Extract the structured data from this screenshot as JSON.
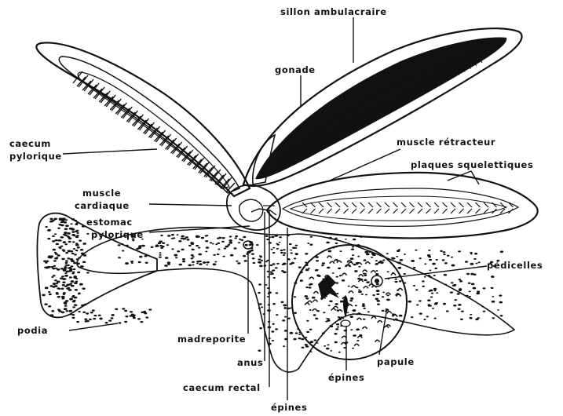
{
  "diagram": {
    "labels": {
      "sillon_ambulacraire": "sillon ambulacraire",
      "gonade": "gonade",
      "caecum_pylorique_1": "caecum",
      "caecum_pylorique_2": "pylorique",
      "muscle_retracteur": "muscle rétracteur",
      "plaques_squelettiques": "plaques squelettiques",
      "muscle_cardiaque_1": "muscle",
      "muscle_cardiaque_2": "cardiaque",
      "estomac_pylorique_1": "estomac",
      "estomac_pylorique_2": "pylorique",
      "pedicelles": "pédicelles",
      "podia": "podia",
      "madreporite": "madreporite",
      "papule": "papule",
      "anus": "anus",
      "epines_disc": "épines",
      "caecum_rectal": "caecum rectal",
      "epines_bottom": "épines"
    },
    "colors": {
      "ink": "#111111",
      "paper": "#ffffff"
    }
  }
}
